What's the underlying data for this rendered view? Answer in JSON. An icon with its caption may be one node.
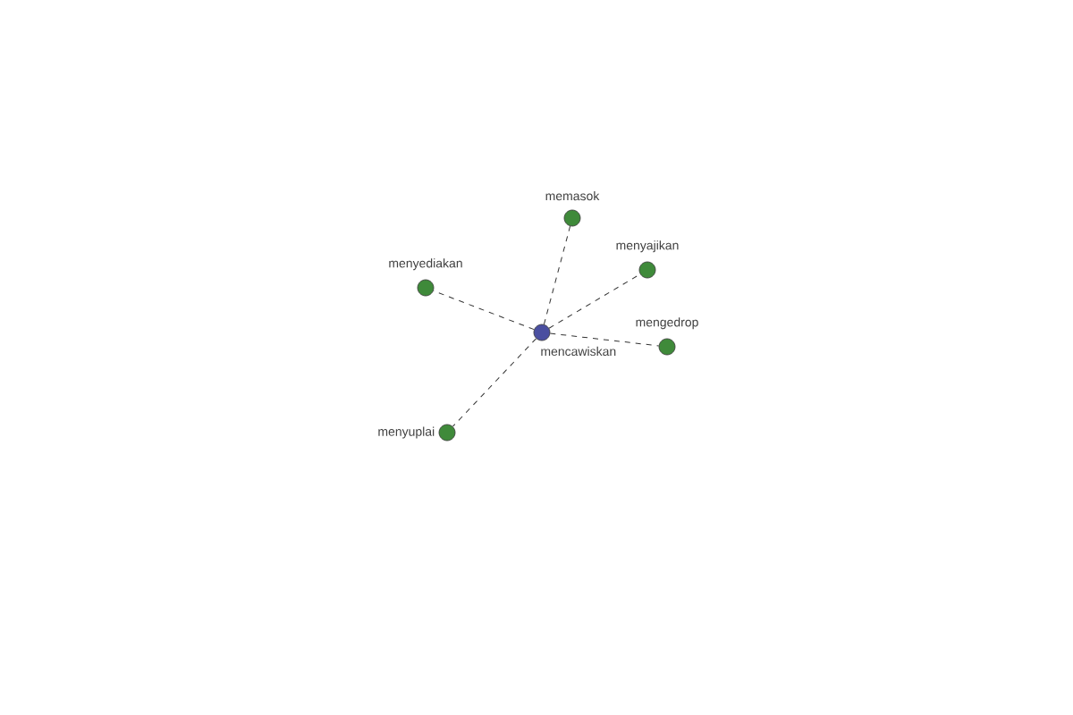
{
  "diagram": {
    "nodes": [
      {
        "text": [
          "mencawiskan"
        ]
      },
      {
        "text": [
          "memasok"
        ]
      },
      {
        "text": [
          "menyajikan"
        ]
      },
      {
        "text": [
          "menyediakan"
        ]
      },
      {
        "text": [
          "mengedrop"
        ]
      },
      {
        "text": [
          "menyuplai"
        ]
      }
    ],
    "edges": [
      {
        "from": 0,
        "to": 1,
        "arrow": "none",
        "style": "dashed"
      },
      {
        "from": 0,
        "to": 2,
        "arrow": "none",
        "style": "dashed"
      },
      {
        "from": 0,
        "to": 3,
        "arrow": "none",
        "style": "dashed"
      },
      {
        "from": 0,
        "to": 4,
        "arrow": "none",
        "style": "dashed"
      },
      {
        "from": 0,
        "to": 5,
        "arrow": "none",
        "style": "dashed"
      }
    ]
  }
}
